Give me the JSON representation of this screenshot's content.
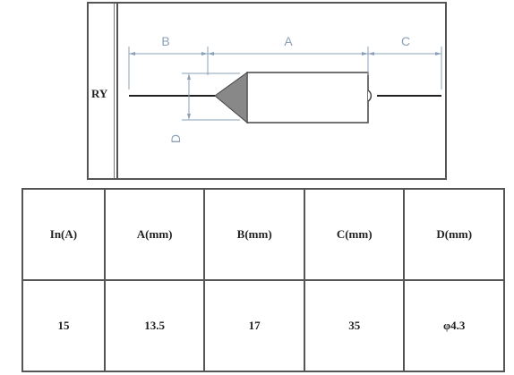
{
  "diagram": {
    "series_label": "RY",
    "dimension_labels": {
      "a": "A",
      "b": "B",
      "c": "C",
      "d": "D"
    }
  },
  "table": {
    "headers": [
      "In(A)",
      "A(mm)",
      "B(mm)",
      "C(mm)",
      "D(mm)"
    ],
    "values": [
      "15",
      "13.5",
      "17",
      "35",
      "φ4.3"
    ]
  }
}
